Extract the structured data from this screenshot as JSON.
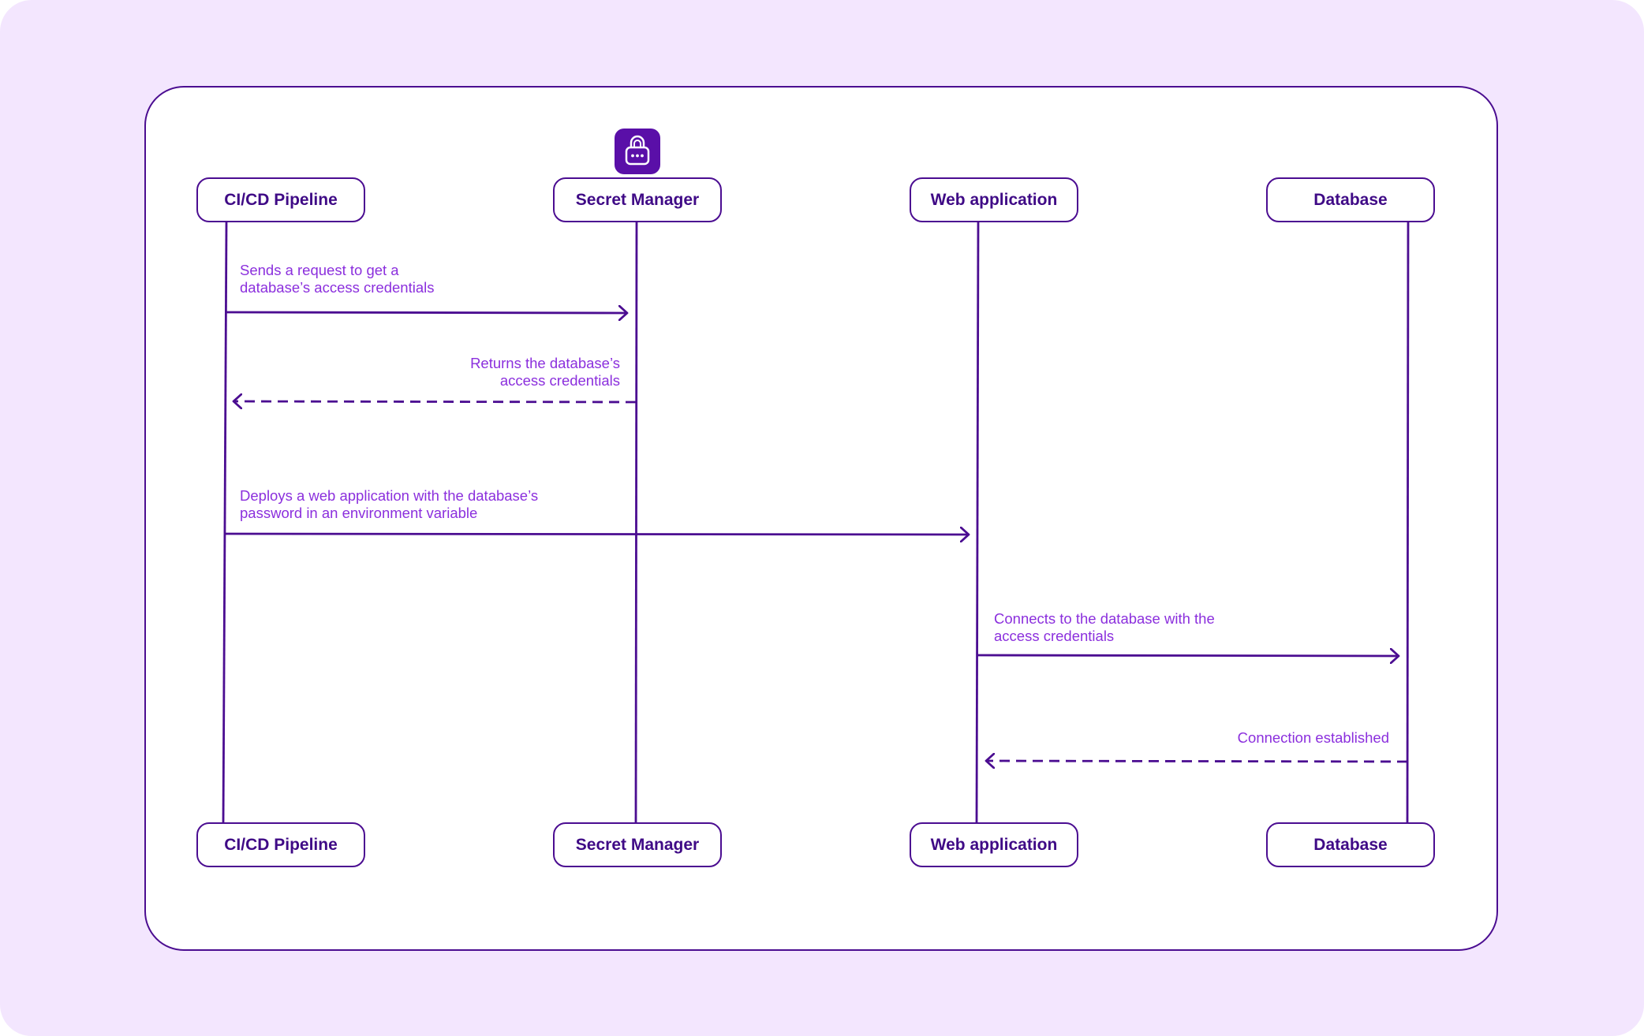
{
  "participants": [
    {
      "id": "cicd",
      "label": "CI/CD Pipeline"
    },
    {
      "id": "secret",
      "label": "Secret Manager"
    },
    {
      "id": "webapp",
      "label": "Web application"
    },
    {
      "id": "database",
      "label": "Database"
    }
  ],
  "secret_manager_icon": "lock-icon",
  "messages": [
    {
      "from": "CI/CD Pipeline",
      "to": "Secret Manager",
      "style": "solid",
      "lines": [
        "Sends a request to get a",
        "database’s access credentials"
      ]
    },
    {
      "from": "Secret Manager",
      "to": "CI/CD Pipeline",
      "style": "dashed",
      "lines": [
        "Returns the database’s",
        "access credentials"
      ]
    },
    {
      "from": "CI/CD Pipeline",
      "to": "Web application",
      "style": "solid",
      "lines": [
        "Deploys a web application with the database’s",
        "password in an environment variable"
      ]
    },
    {
      "from": "Web application",
      "to": "Database",
      "style": "solid",
      "lines": [
        "Connects to the database with the",
        "access credentials"
      ]
    },
    {
      "from": "Database",
      "to": "Web application",
      "style": "dashed",
      "lines": [
        "Connection established"
      ]
    }
  ],
  "colors": {
    "background": "#f3e6fe",
    "stroke": "#4b0d91",
    "participant_text": "#3f0a86",
    "message_text": "#8b2fdd",
    "icon_fill": "#5a0fa8"
  }
}
